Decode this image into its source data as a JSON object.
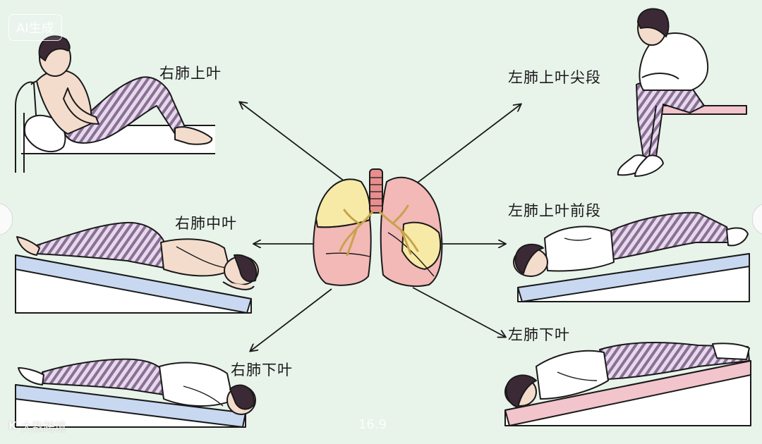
{
  "badge": "AI生成",
  "watermark": {
    "logo": "K",
    "text": "大数跨境"
  },
  "version_mark": "16.9",
  "labels": {
    "right_upper_lobe": "右肺上叶",
    "right_middle_lobe": "右肺中叶",
    "right_lower_lobe": "右肺下叶",
    "left_upper_apical": "左肺上叶尖段",
    "left_upper_anterior": "左肺上叶前段",
    "left_lower_lobe": "左肺下叶"
  },
  "colors": {
    "background": "#e8f3ea",
    "lung_pink": "#f2b9b7",
    "lung_yellow": "#f6eaa6",
    "pants_stripe": "#8a6f95",
    "bed_edge": "#c8d8f0",
    "skin": "#f4dccd",
    "hair": "#3b2a36"
  }
}
